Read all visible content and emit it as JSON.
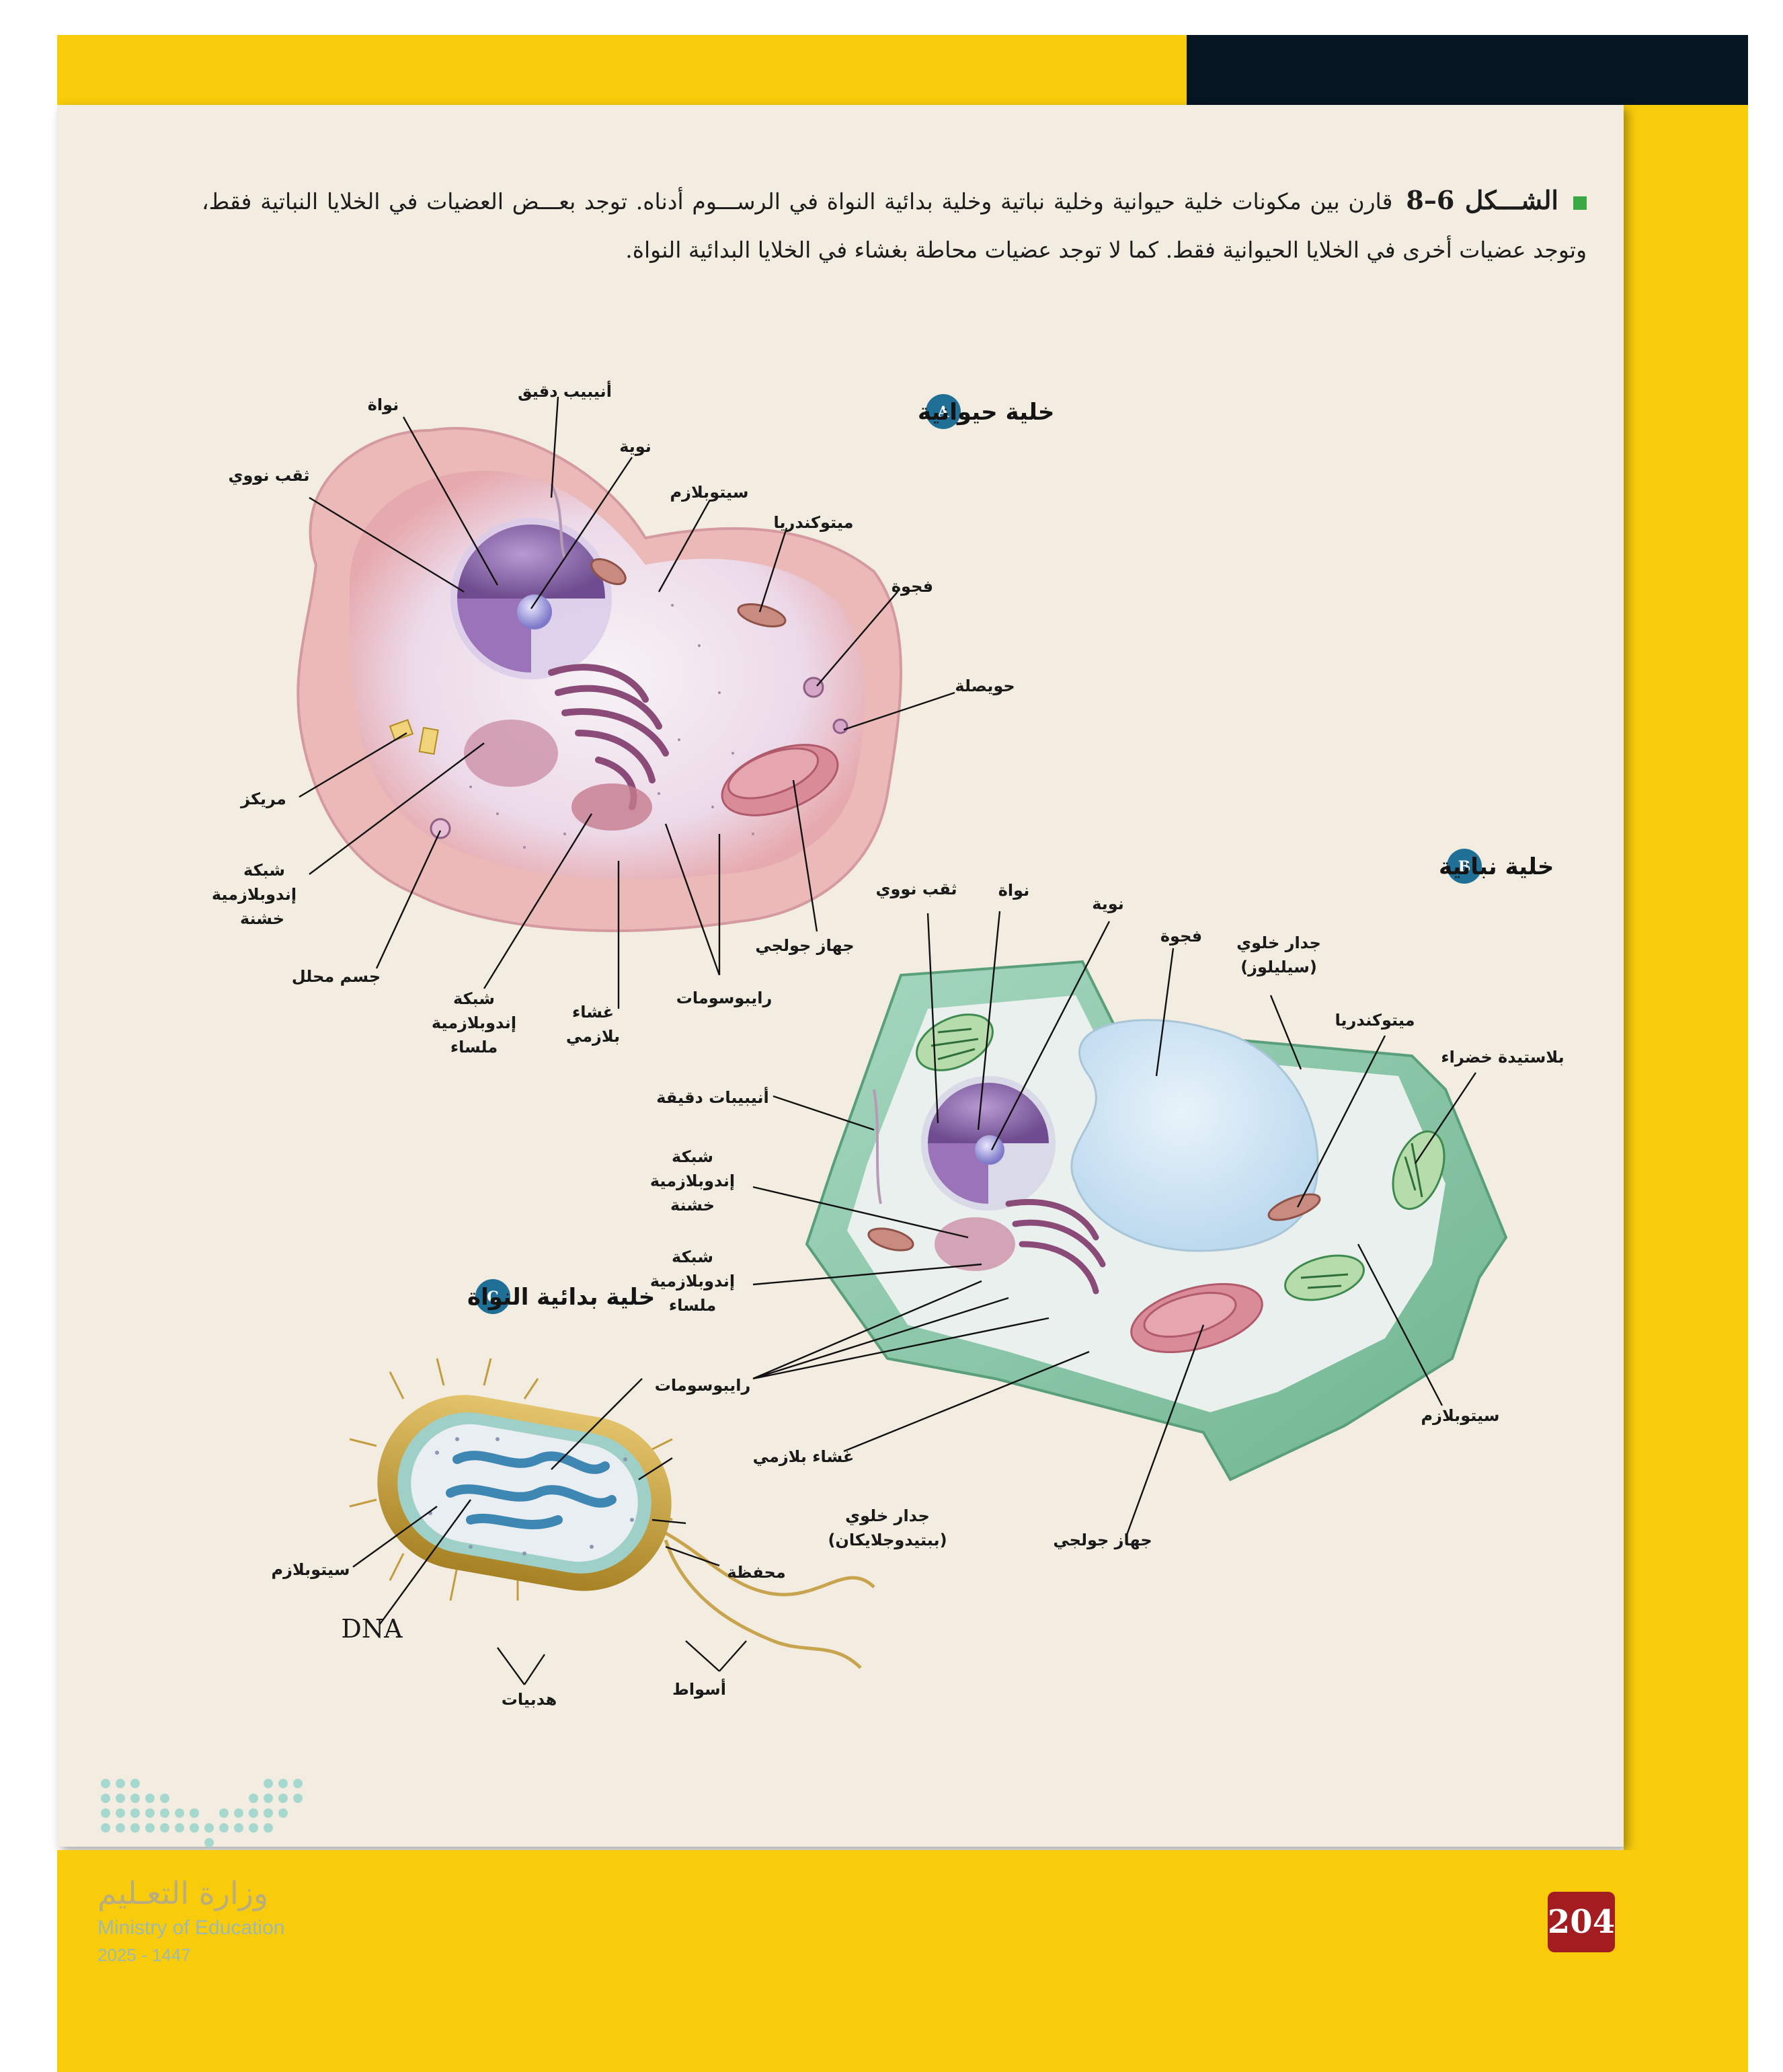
{
  "caption": {
    "figure_label": "الشـــكل 6–8",
    "text": "قارن بين مكونات خلية حيوانية وخلية نباتية وخلية بدائية النواة في الرســـوم أدناه. توجد بعـــض العضيات في الخلايا النباتية فقط، وتوجد عضيات أخرى في الخلايا الحيوانية فقط. كما لا توجد عضيات محاطة بغشاء في الخلايا البدائية النواة."
  },
  "cell_a": {
    "badge": "A",
    "title": "خلية حيوانية",
    "labels": {
      "nucleus": "نواة",
      "microtubule": "أنيبيب دقيق",
      "nucleolus": "نوية",
      "nuclear_pore": "ثقب نووي",
      "cytoplasm": "سيتوبلازم",
      "mitochondria": "ميتوكندريا",
      "vacuole": "فجوة",
      "vesicle": "حويصلة",
      "centriole": "مريكز",
      "rough_er_1": "شبكة",
      "rough_er_2": "إندوبلازمية",
      "rough_er_3": "خشنة",
      "lysosome": "جسم محلل",
      "smooth_er_1": "شبكة",
      "smooth_er_2": "إندوبلازمية",
      "smooth_er_3": "ملساء",
      "membrane_1": "غشاء",
      "membrane_2": "بلازمي",
      "ribosomes": "رايبوسومات",
      "golgi": "جهاز جولجي"
    }
  },
  "cell_b": {
    "badge": "B",
    "title": "خلية نباتية",
    "labels": {
      "nuclear_pore": "ثقب نووي",
      "nucleus": "نواة",
      "nucleolus": "نوية",
      "vacuole": "فجوة",
      "cell_wall_1": "جدار خلوي",
      "cell_wall_2": "(سيليلوز)",
      "mitochondria": "ميتوكندريا",
      "chloroplast": "بلاستيدة خضراء",
      "microtubules": "أنيبيبات دقيقة",
      "rough_er_1": "شبكة",
      "rough_er_2": "إندوبلازمية",
      "rough_er_3": "خشنة",
      "smooth_er_1": "شبكة",
      "smooth_er_2": "إندوبلازمية",
      "smooth_er_3": "ملساء",
      "ribosomes": "رايبوسومات",
      "membrane": "غشاء بلازمي",
      "cytoplasm": "سيتوبلازم",
      "golgi": "جهاز جولجي"
    }
  },
  "cell_c": {
    "badge": "C",
    "title": "خلية بدائية النواة",
    "labels": {
      "cell_wall_1": "جدار خلوي",
      "cell_wall_2": "(ببتيدوجلايكان)",
      "capsule": "محفظة",
      "cytoplasm": "سيتوبلازم",
      "dna": "DNA",
      "pili": "هدبيات",
      "flagella": "أسواط"
    }
  },
  "footer": {
    "page_number": "204",
    "ministry_ar": "وزارة التعـليم",
    "ministry_en": "Ministry of Education",
    "ministry_year": "2025 - 1447"
  },
  "colors": {
    "accent_yellow": "#f9cc0b",
    "header_dark": "#061522",
    "page_badge": "#a31d20",
    "cell_badge": "#1f6f97",
    "bullet_green": "#39a845"
  }
}
